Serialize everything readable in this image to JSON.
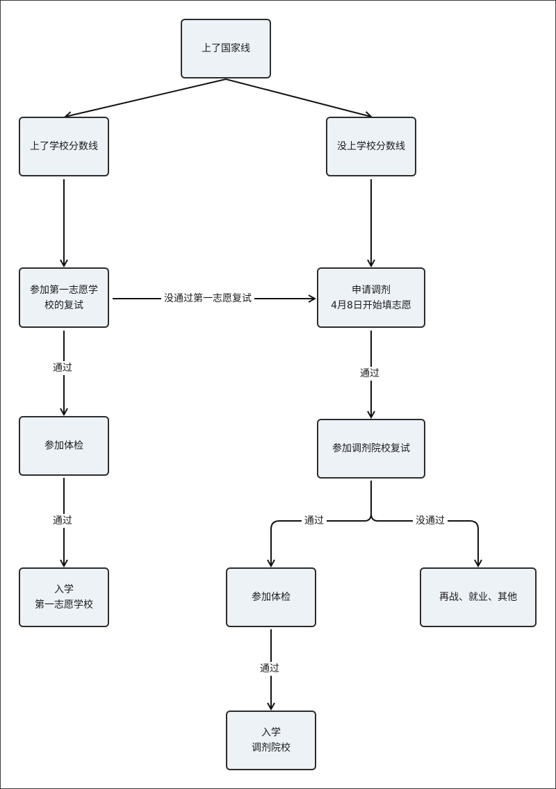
{
  "nodes": {
    "national_line": "上了国家线",
    "school_line_yes": "上了学校分数线",
    "school_line_no": "没上学校分数线",
    "first_choice_retest": {
      "line1": "参加第一志愿学",
      "line2": "校的复试"
    },
    "adjustment": {
      "line1": "申请调剂",
      "line2": "4月8日开始填志愿"
    },
    "physical_exam_left": "参加体检",
    "adjust_retest": "参加调剂院校复试",
    "enroll_first": {
      "line1": "入学",
      "line2": "第一志愿学校"
    },
    "physical_exam_right": "参加体检",
    "other_options": "再战、就业、其他",
    "enroll_adjust": {
      "line1": "入学",
      "line2": "调剂院校"
    }
  },
  "edge_labels": {
    "failed_first_retest": "没通过第一志愿复试",
    "pass_left_1": "通过",
    "pass_left_2": "通过",
    "pass_right_1": "通过",
    "pass_branch": "通过",
    "fail_branch": "没通过",
    "pass_right_2": "通过"
  }
}
